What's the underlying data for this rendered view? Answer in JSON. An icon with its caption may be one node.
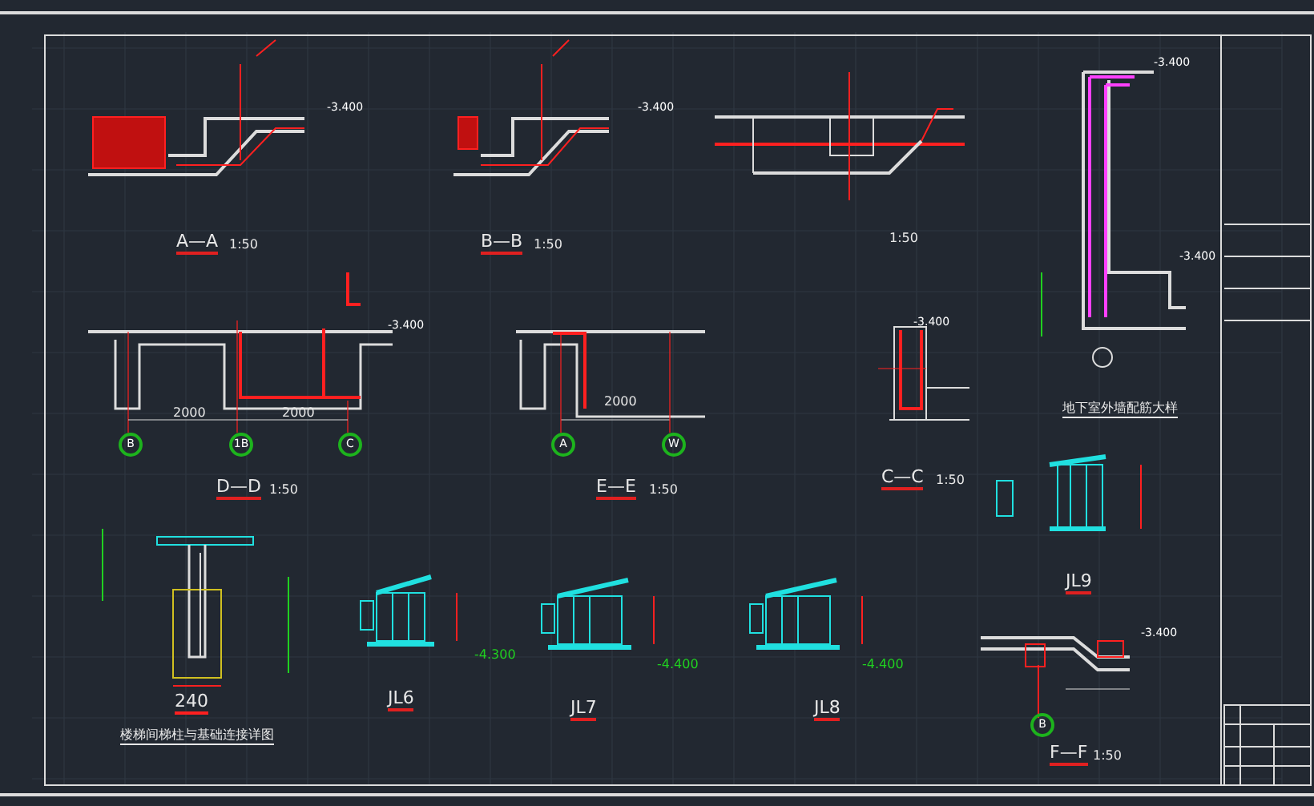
{
  "diagram": {
    "nodes": [
      {
        "text": [
          "B"
        ]
      },
      {
        "text": [
          "1B"
        ]
      },
      {
        "text": [
          "C"
        ]
      },
      {
        "text": [
          "A"
        ]
      },
      {
        "text": [
          "W"
        ]
      },
      {
        "text": [
          "B"
        ]
      }
    ],
    "labels": [
      "-3.400",
      "A—A",
      "1:50",
      "-3.400",
      "B—B",
      "1:50",
      "1:50",
      "-3.400",
      "-3.400",
      "2000",
      "2000",
      "D—D",
      "1:50",
      "-3.400",
      "2000",
      "E—E",
      "1:50",
      "-3.400",
      "C—C",
      "1:50",
      "地下室外墙配筋大样",
      "JL9",
      "240",
      "-4.300",
      "-4.400",
      "-4.400",
      "JL6",
      "JL7",
      "JL8",
      "-3.400",
      "F—F",
      "1:50",
      "楼梯间梯柱与基础连接详图"
    ]
  }
}
